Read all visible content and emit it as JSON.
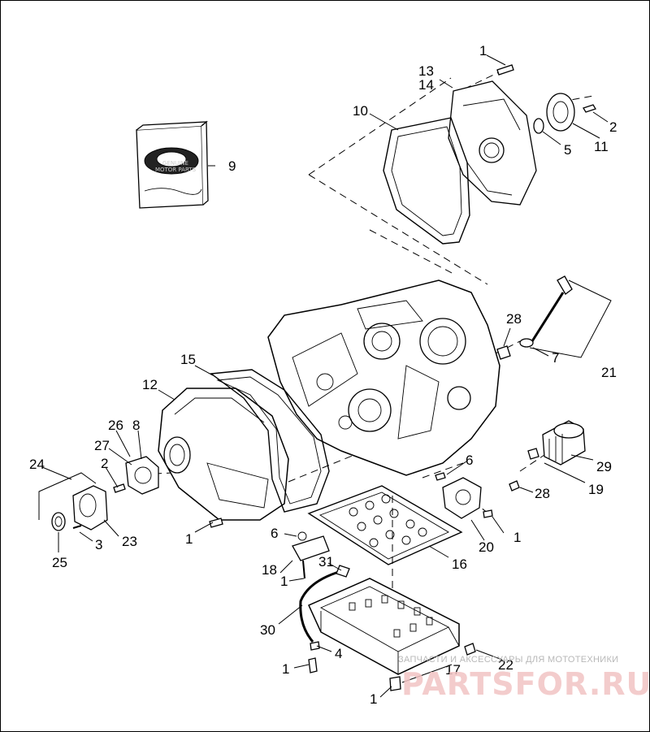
{
  "diagram": {
    "callouts": [
      {
        "id": "c1a",
        "label": "1"
      },
      {
        "id": "c13",
        "label": "13"
      },
      {
        "id": "c14",
        "label": "14"
      },
      {
        "id": "c10",
        "label": "10"
      },
      {
        "id": "c2a",
        "label": "2"
      },
      {
        "id": "c5",
        "label": "5"
      },
      {
        "id": "c11",
        "label": "11"
      },
      {
        "id": "c9",
        "label": "9"
      },
      {
        "id": "c28a",
        "label": "28"
      },
      {
        "id": "c7",
        "label": "7"
      },
      {
        "id": "c21",
        "label": "21"
      },
      {
        "id": "c15",
        "label": "15"
      },
      {
        "id": "c12",
        "label": "12"
      },
      {
        "id": "c26",
        "label": "26"
      },
      {
        "id": "c8",
        "label": "8"
      },
      {
        "id": "c27",
        "label": "27"
      },
      {
        "id": "c24",
        "label": "24"
      },
      {
        "id": "c2b",
        "label": "2"
      },
      {
        "id": "c6a",
        "label": "6"
      },
      {
        "id": "c29",
        "label": "29"
      },
      {
        "id": "c19",
        "label": "19"
      },
      {
        "id": "c28b",
        "label": "28"
      },
      {
        "id": "c3",
        "label": "3"
      },
      {
        "id": "c23",
        "label": "23"
      },
      {
        "id": "c25",
        "label": "25"
      },
      {
        "id": "c1b",
        "label": "1"
      },
      {
        "id": "c6b",
        "label": "6"
      },
      {
        "id": "c20",
        "label": "20"
      },
      {
        "id": "c1c",
        "label": "1"
      },
      {
        "id": "c16",
        "label": "16"
      },
      {
        "id": "c18",
        "label": "18"
      },
      {
        "id": "c31",
        "label": "31"
      },
      {
        "id": "c1d",
        "label": "1"
      },
      {
        "id": "c30",
        "label": "30"
      },
      {
        "id": "c4",
        "label": "4"
      },
      {
        "id": "c1e",
        "label": "1"
      },
      {
        "id": "c17",
        "label": "17"
      },
      {
        "id": "c22",
        "label": "22"
      },
      {
        "id": "c1f",
        "label": "1"
      }
    ],
    "box_label": "GENUINE MOTOR PARTS",
    "watermark": {
      "tagline": "ЗАПЧАСТИ И АКСЕССУАРЫ ДЛЯ МОТОТЕХНИКИ",
      "logo": "PARTSFOR.RU"
    }
  }
}
